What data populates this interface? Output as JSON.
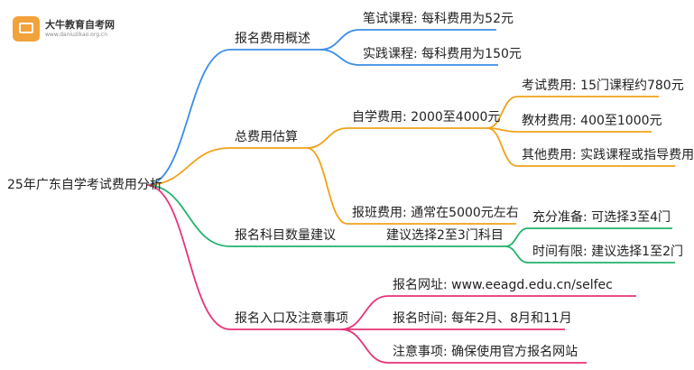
{
  "logo": {
    "name": "大牛教育自考网",
    "url": "www.daniuzikao.org.cn"
  },
  "mindmap": {
    "root": "25年广东自学考试费用分析",
    "branches": [
      {
        "label": "报名费用概述",
        "color": "#3a8ee6",
        "children": [
          {
            "label": "笔试课程: 每科费用为52元",
            "children": []
          },
          {
            "label": "实践课程: 每科费用为150元",
            "children": []
          }
        ]
      },
      {
        "label": "总费用估算",
        "color": "#f0a21a",
        "children": [
          {
            "label": "自学费用: 2000至4000元",
            "children": [
              {
                "label": "考试费用: 15门课程约780元"
              },
              {
                "label": "教材费用: 400至1000元"
              },
              {
                "label": "其他费用: 实践课程或指导费用"
              }
            ]
          },
          {
            "label": "报班费用: 通常在5000元左右",
            "children": []
          }
        ]
      },
      {
        "label": "报名科目数量建议",
        "color": "#20b36a",
        "children": [
          {
            "label": "建议选择2至3门科目",
            "children": [
              {
                "label": "充分准备: 可选择3至4门"
              },
              {
                "label": "时间有限: 建议选择1至2门"
              }
            ]
          }
        ]
      },
      {
        "label": "报名入口及注意事项",
        "color": "#e8337a",
        "children": [
          {
            "label": "报名网址: www.eeagd.edu.cn/selfec",
            "children": []
          },
          {
            "label": "报名时间: 每年2月、8月和11月",
            "children": []
          },
          {
            "label": "注意事项: 确保使用官方报名网站",
            "children": []
          }
        ]
      }
    ]
  }
}
